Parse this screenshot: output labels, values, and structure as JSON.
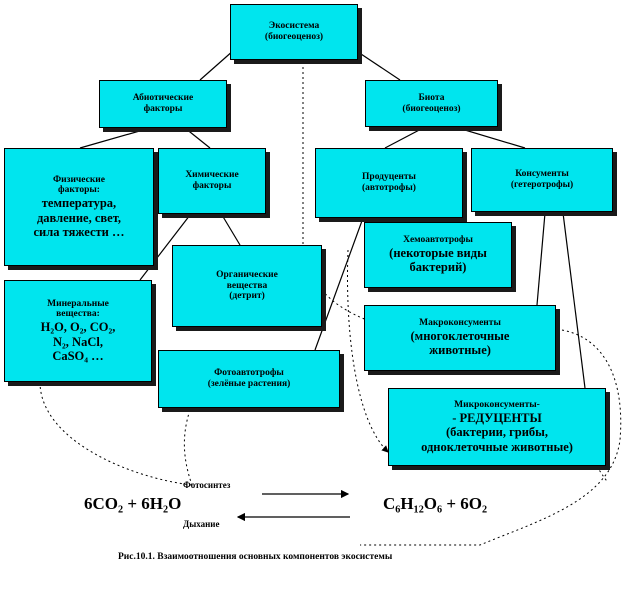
{
  "nodes": {
    "ecosystem": [
      "Экосистема",
      "(биогеоценоз)"
    ],
    "abiotic": [
      "Абиотические",
      "факторы"
    ],
    "biota": [
      "Биота",
      "(биогеоценоз)"
    ],
    "physical": [
      "Физические",
      "факторы:",
      "температура,",
      "давление, свет,",
      "сила тяжести …"
    ],
    "chemical": [
      "Химические",
      "факторы"
    ],
    "producers": [
      "Продуценты",
      "(автотрофы)"
    ],
    "consumers": [
      "Консументы",
      "(гетеротрофы)"
    ],
    "organic": [
      "Органические",
      "вещества",
      "(детрит)"
    ],
    "chemoautotrophs": [
      "Хемоавтотрофы",
      "(некоторые виды",
      "бактерий)"
    ],
    "mineral": {
      "title": [
        "Минеральные",
        "вещества:"
      ],
      "formulas": [
        "H₂O, O₂, CO₂,",
        "N₂, NaCl,",
        "CaSO₄ …"
      ]
    },
    "macroconsumers": [
      "Макроконсументы",
      "(многоклеточные",
      "животные)"
    ],
    "photoautotrophs": [
      "Фотоавтотрофы",
      "(зелёные растения)"
    ],
    "microconsumers": [
      "Микроконсументы-",
      "- РЕДУЦЕНТЫ",
      "(бактерии, грибы,",
      "одноклеточные животные)"
    ]
  },
  "reaction": {
    "left": "6CO₂ + 6H₂O",
    "right": "C₆H₁₂O₆ + 6O₂",
    "forward_label": "Фотосинтез",
    "reverse_label": "Дыхание"
  },
  "caption": "Рис.10.1.  Взаимоотношения основных компонентов экосистемы",
  "colors": {
    "box_fill": "#00e5ee",
    "box_border": "#000000",
    "shadow": "#1a1a1a"
  }
}
